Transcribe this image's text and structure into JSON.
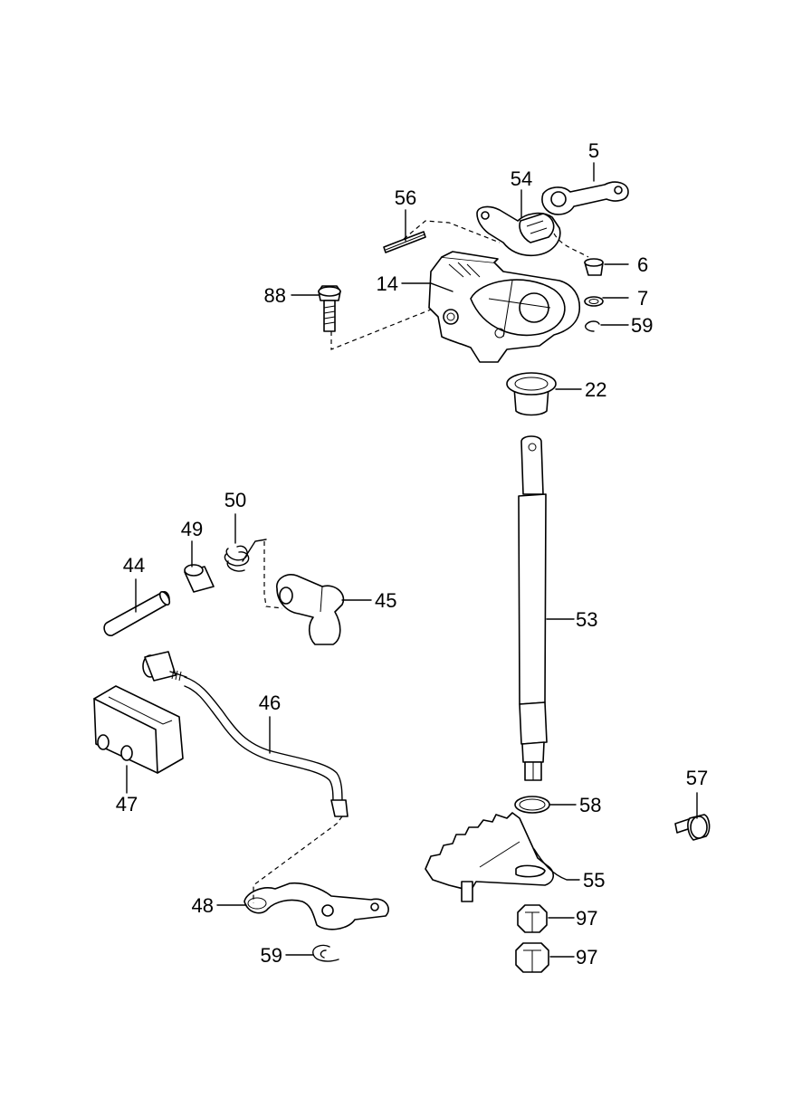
{
  "diagram": {
    "colors": {
      "ink": "#000000",
      "background": "#ffffff"
    },
    "callouts": [
      {
        "id": "5",
        "text": "5"
      },
      {
        "id": "54",
        "text": "54"
      },
      {
        "id": "56",
        "text": "56"
      },
      {
        "id": "6",
        "text": "6"
      },
      {
        "id": "88",
        "text": "88"
      },
      {
        "id": "14",
        "text": "14"
      },
      {
        "id": "7",
        "text": "7"
      },
      {
        "id": "59a",
        "text": "59"
      },
      {
        "id": "22",
        "text": "22"
      },
      {
        "id": "50",
        "text": "50"
      },
      {
        "id": "49",
        "text": "49"
      },
      {
        "id": "44",
        "text": "44"
      },
      {
        "id": "45",
        "text": "45"
      },
      {
        "id": "53",
        "text": "53"
      },
      {
        "id": "46",
        "text": "46"
      },
      {
        "id": "47",
        "text": "47"
      },
      {
        "id": "57",
        "text": "57"
      },
      {
        "id": "58",
        "text": "58"
      },
      {
        "id": "55",
        "text": "55"
      },
      {
        "id": "48",
        "text": "48"
      },
      {
        "id": "97a",
        "text": "97"
      },
      {
        "id": "59b",
        "text": "59"
      },
      {
        "id": "97b",
        "text": "97"
      }
    ]
  }
}
